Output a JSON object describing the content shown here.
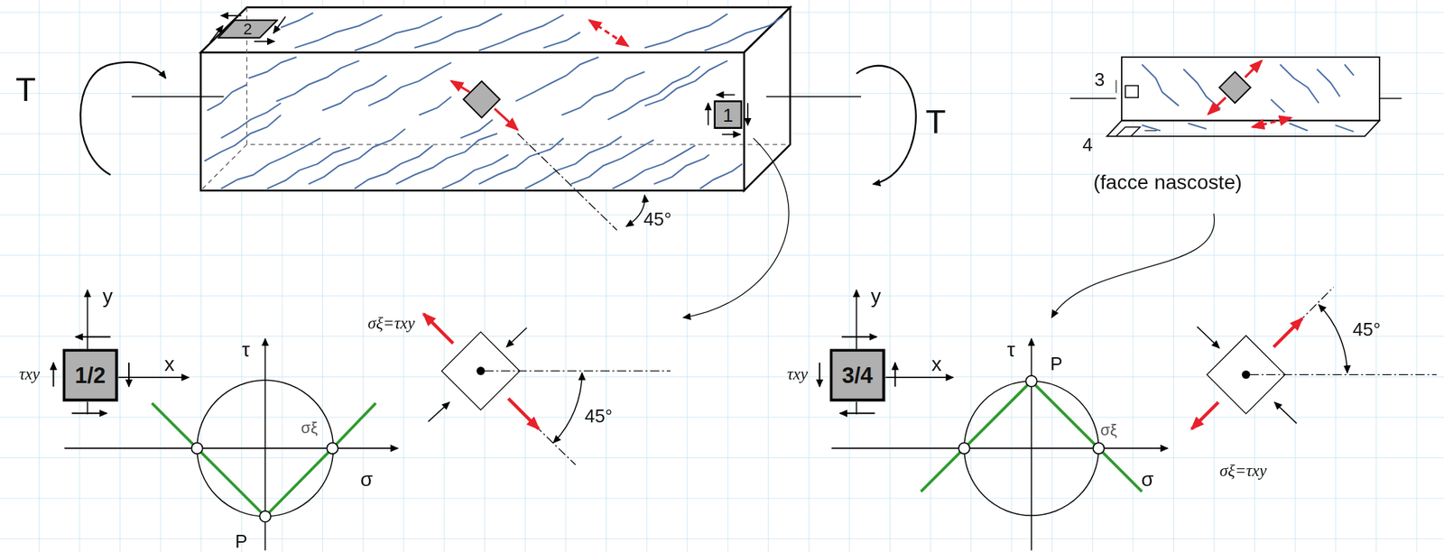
{
  "diagram": {
    "nodes": [
      {
        "text": [
          "2"
        ]
      },
      {
        "text": [
          "1"
        ]
      },
      {
        "text": [
          "1/2"
        ]
      },
      {
        "text": [
          "3/4"
        ]
      }
    ],
    "labels": [
      "T",
      "45°",
      "T",
      "3",
      "4",
      "(facce nascoste)",
      "y",
      "τxy",
      "x",
      "τ",
      "σξ",
      "σ",
      "P",
      "σξ=τxy",
      "45°",
      "y",
      "τxy",
      "x",
      "τ",
      "P",
      "σξ",
      "σ",
      "σξ=τxy",
      "45°"
    ]
  }
}
